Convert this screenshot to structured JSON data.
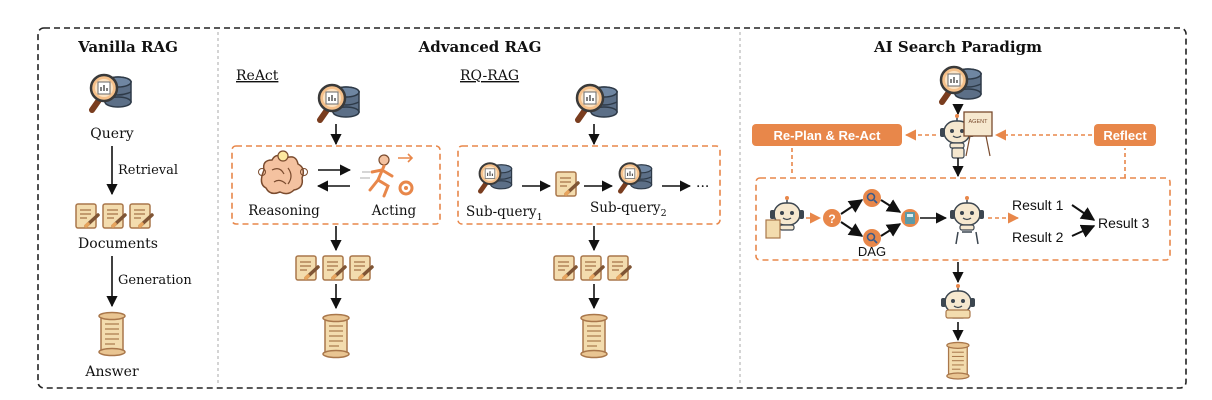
{
  "panels": {
    "vanilla": {
      "title": "Vanilla RAG",
      "query_label": "Query",
      "retrieval_label": "Retrieval",
      "documents_label": "Documents",
      "generation_label": "Generation",
      "answer_label": "Answer"
    },
    "advanced": {
      "title": "Advanced RAG",
      "react": {
        "title": "ReAct",
        "reasoning_label": "Reasoning",
        "acting_label": "Acting"
      },
      "rqrag": {
        "title": "RQ-RAG",
        "subquery1_label": "Sub-query",
        "subquery1_sub": "1",
        "subquery2_label": "Sub-query",
        "subquery2_sub": "2",
        "ellipsis": "···"
      }
    },
    "ai_search": {
      "title": "AI Search Paradigm",
      "replan_label": "Re-Plan & Re-Act",
      "reflect_label": "Reflect",
      "dag_label": "DAG",
      "result1_label": "Result 1",
      "result2_label": "Result 2",
      "result3_label": "Result 3",
      "board_text": "AGENT"
    }
  },
  "colors": {
    "accent_orange": "#e8874a",
    "doc_fill": "#f3dcae",
    "doc_stroke": "#a9774b",
    "db_fill": "#5c6f87",
    "lens_fill": "#f2a35e",
    "robot_fill": "#f6e8cf",
    "robot_ear": "#3c4650"
  },
  "icons": [
    "search-database-icon",
    "document-pencil-icon",
    "scroll-icon",
    "brain-lightbulb-icon",
    "running-person-gear-icon",
    "robot-icon",
    "question-icon",
    "search-icon",
    "calculator-icon"
  ]
}
